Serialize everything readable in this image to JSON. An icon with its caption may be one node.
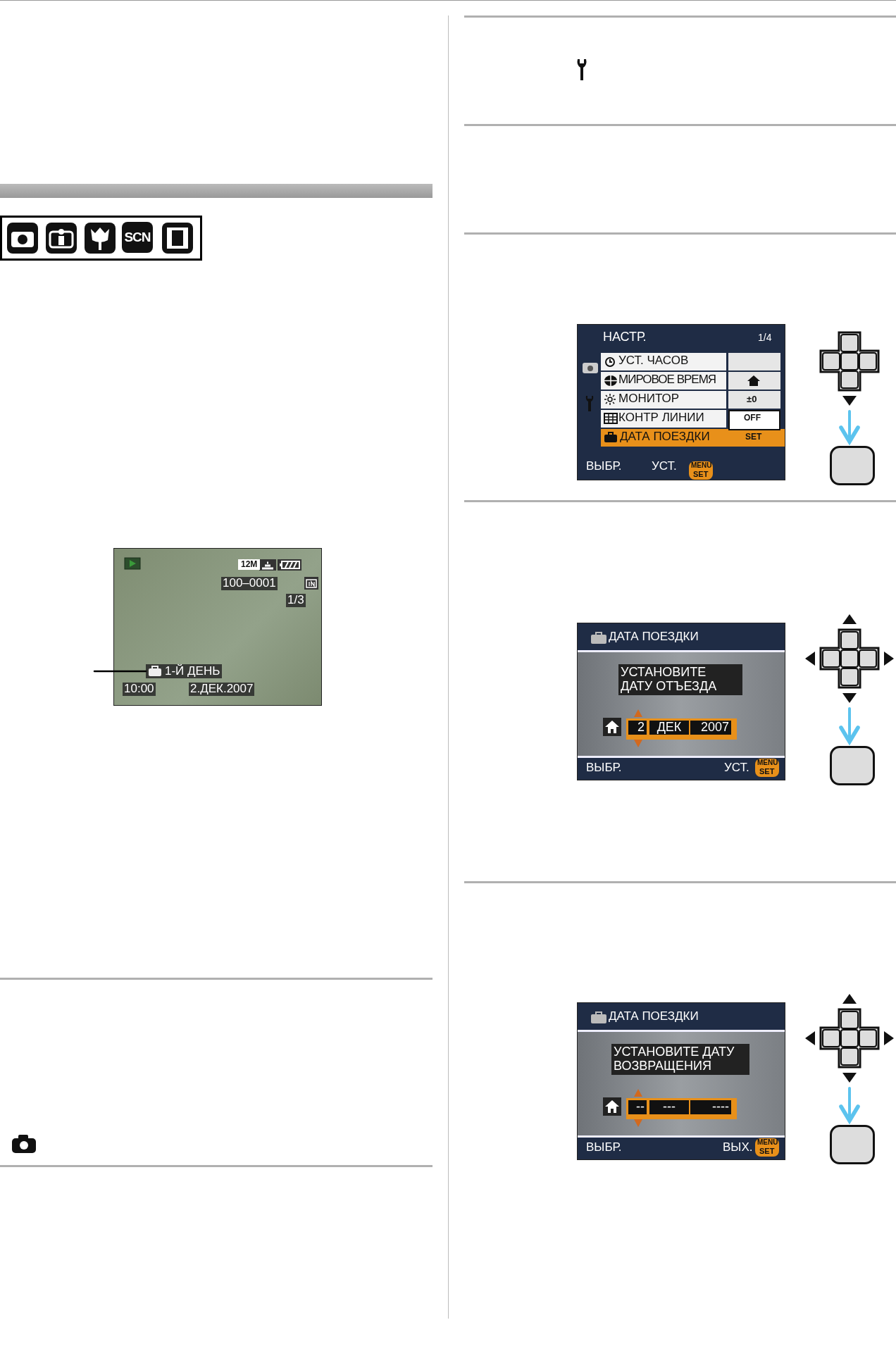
{
  "diagram": {
    "nodes": [
      {
        "text": [
          "1-Й ДЕНЬ"
        ]
      },
      {
        "text": [],
        "shape": "cross"
      },
      {
        "text": [],
        "shape": "box"
      },
      {
        "text": [],
        "shape": "cross"
      },
      {
        "text": [],
        "shape": "box"
      },
      {
        "text": [],
        "shape": "cross"
      },
      {
        "text": [],
        "shape": "box"
      },
      {
        "text": [],
        "shape": "bar"
      }
    ],
    "edges": [
      {
        "from": null,
        "to": 0,
        "arrow": "none",
        "color": "#000000"
      },
      {
        "from": 1,
        "to": 2,
        "arrow": "to"
      },
      {
        "from": 3,
        "to": 4,
        "arrow": "to"
      },
      {
        "from": 5,
        "to": 6,
        "arrow": "to"
      }
    ],
    "labels": [
      "SCN",
      "12M",
      "100–0001",
      "1/3",
      "10:00",
      "2.ДЕК.2007",
      "НАСТР.",
      "1/4",
      "УСТ. ЧАСОВ",
      "МИРОВОЕ ВРЕМЯ",
      "МОНИТОР",
      "±0",
      "КОНТР ЛИНИИ",
      "OFF",
      "ДАТА ПОЕЗДКИ",
      "SET",
      "ВЫБР.",
      "УСТ.",
      "MENU",
      "SET",
      "ДАТА ПОЕЗДКИ",
      "УСТАНОВИТЕ ДАТУ ОТЪЕЗДА",
      "2",
      "ДЕК",
      "2007",
      "ВЫБР.",
      "УСТ.",
      "MENU",
      "SET",
      "ДАТА ПОЕЗДКИ",
      "УСТАНОВИТЕ ДАТУ ВОЗВРАЩЕНИЯ",
      "--",
      "---",
      "----",
      "ВЫБР.",
      "ВЫХ.",
      "MENU",
      "SET"
    ]
  }
}
